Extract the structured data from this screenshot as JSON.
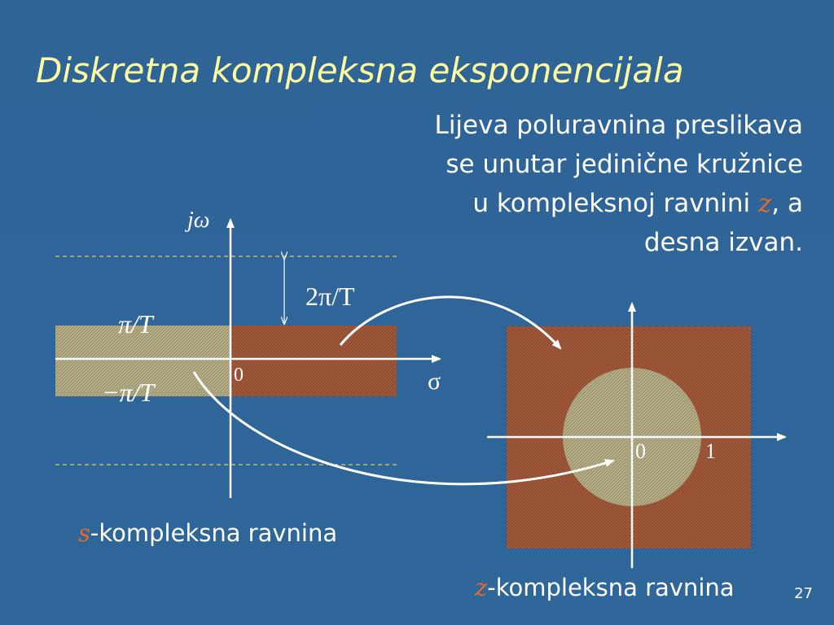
{
  "slide": {
    "title": "Diskretna kompleksna eksponencijala",
    "description": {
      "line1": "Lijeva poluravnina preslikava",
      "line2": "se unutar jedinične kružnice",
      "line3_before": "u kompleksnoj ravnini ",
      "line3_var": "z",
      "line3_after": ", a",
      "line4": "desna izvan."
    },
    "page_number": "27"
  },
  "s_plane": {
    "y_axis_label": "jω",
    "x_axis_label": "σ",
    "origin_label": "0",
    "upper_bound_label": "π/T",
    "lower_bound_label": "−π/T",
    "period_label": "2π/T",
    "caption_var": "s",
    "caption_text": "-kompleksna ravnina"
  },
  "z_plane": {
    "origin_label": "0",
    "unit_label": "1",
    "caption_var": "z",
    "caption_text": "-kompleksna ravnina"
  },
  "colors": {
    "background": "#2e6496",
    "title": "#ffffa0",
    "left_half_fill": "#b4ad86",
    "right_half_fill": "#a0583a",
    "dashed_line": "#e8c870",
    "accent_var": "#e06a2a"
  }
}
